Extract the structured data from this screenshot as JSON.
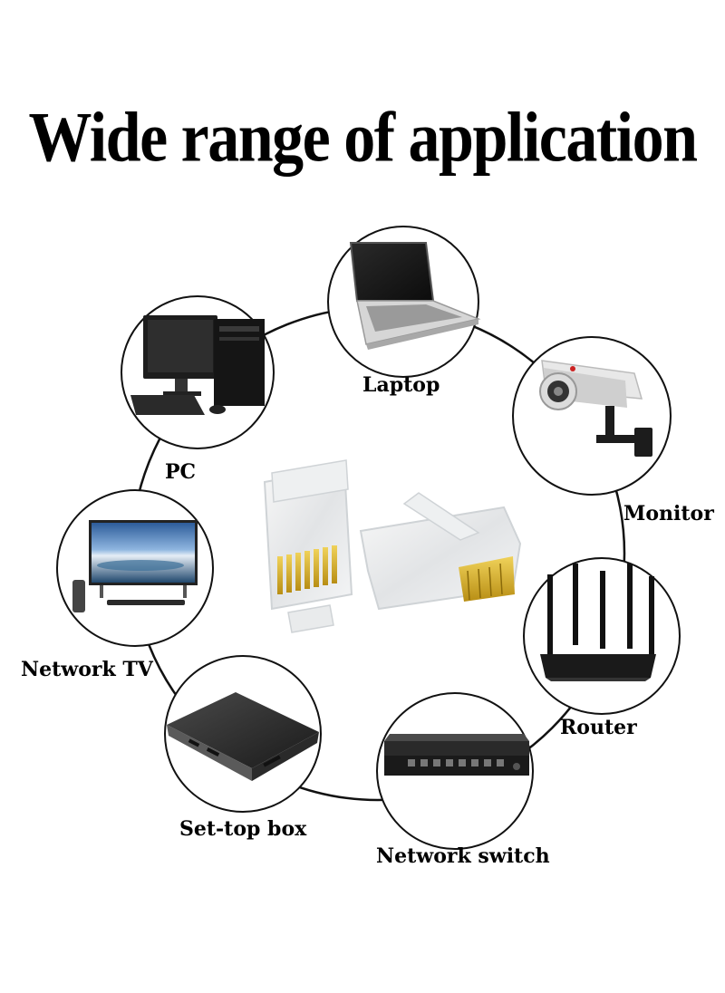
{
  "title": "Wide range of application",
  "applications": [
    {
      "id": "laptop",
      "label": "Laptop",
      "icon": "laptop-icon"
    },
    {
      "id": "pc",
      "label": "PC",
      "icon": "desktop-pc-icon"
    },
    {
      "id": "monitor",
      "label": "Monitor",
      "icon": "security-camera-icon"
    },
    {
      "id": "network_tv",
      "label": "Network TV",
      "icon": "tv-icon"
    },
    {
      "id": "router",
      "label": "Router",
      "icon": "router-icon"
    },
    {
      "id": "set_top_box",
      "label": "Set-top box",
      "icon": "set-top-box-icon"
    },
    {
      "id": "network_switch",
      "label": "Network switch",
      "icon": "network-switch-icon"
    }
  ],
  "colors": {
    "ring": "#111111",
    "text": "#000000",
    "background": "#ffffff",
    "connector_gold": "#d8b22c"
  }
}
